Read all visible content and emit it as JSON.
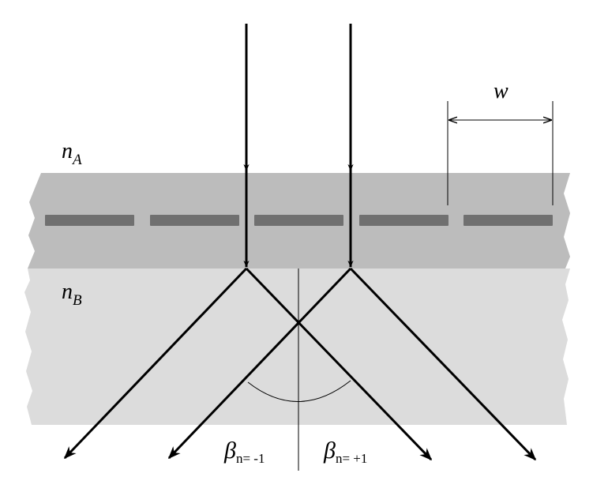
{
  "labels": {
    "n_a_symbol": "n",
    "n_a_subscript": "A",
    "n_b_symbol": "n",
    "n_b_subscript": "B",
    "period_label": "w",
    "beta_left_symbol": "β",
    "beta_left_subscript": "n= -1",
    "beta_right_symbol": "β",
    "beta_right_subscript": "n= +1"
  },
  "colors": {
    "layer_a": "#bcbcbc",
    "layer_b": "#dcdcdc",
    "grating_bar": "#707070",
    "rays": "#000000"
  }
}
